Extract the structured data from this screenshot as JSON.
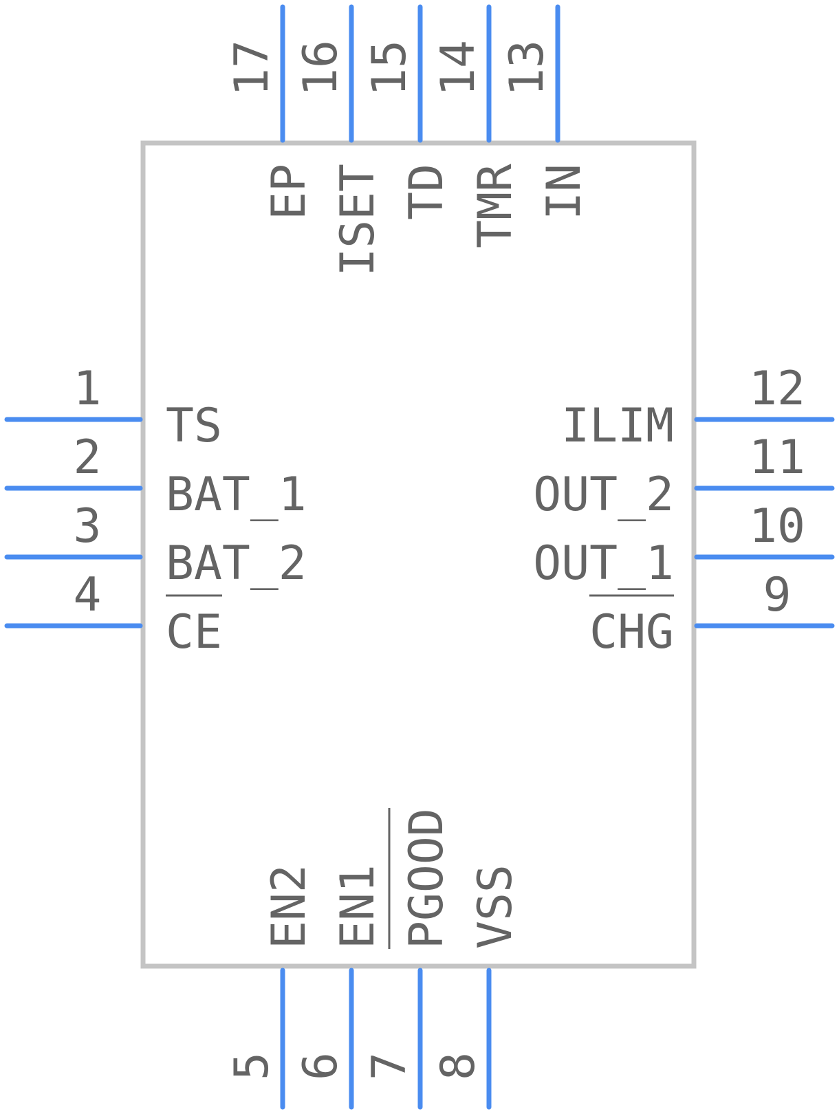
{
  "colors": {
    "pin": "#4a8cf0",
    "body": "#c4c4c4",
    "text": "#646464"
  },
  "left_pins": [
    {
      "number": "1",
      "name": "TS",
      "overbar": false
    },
    {
      "number": "2",
      "name": "BAT_1",
      "overbar": false
    },
    {
      "number": "3",
      "name": "BAT_2",
      "overbar": false
    },
    {
      "number": "4",
      "name": "CE",
      "overbar": true
    }
  ],
  "right_pins": [
    {
      "number": "12",
      "name": "ILIM",
      "overbar": false
    },
    {
      "number": "11",
      "name": "OUT_2",
      "overbar": false
    },
    {
      "number": "10",
      "name": "OUT_1",
      "overbar": false
    },
    {
      "number": "9",
      "name": "CHG",
      "overbar": true
    }
  ],
  "top_pins": [
    {
      "number": "17",
      "name": "EP",
      "overbar": false
    },
    {
      "number": "16",
      "name": "ISET",
      "overbar": false
    },
    {
      "number": "15",
      "name": "TD",
      "overbar": false
    },
    {
      "number": "14",
      "name": "TMR",
      "overbar": false
    },
    {
      "number": "13",
      "name": "IN",
      "overbar": false
    }
  ],
  "bottom_pins": [
    {
      "number": "5",
      "name": "EN2",
      "overbar": false
    },
    {
      "number": "6",
      "name": "EN1",
      "overbar": false
    },
    {
      "number": "7",
      "name": "PGOOD",
      "overbar": true
    },
    {
      "number": "8",
      "name": "VSS",
      "overbar": false
    }
  ]
}
